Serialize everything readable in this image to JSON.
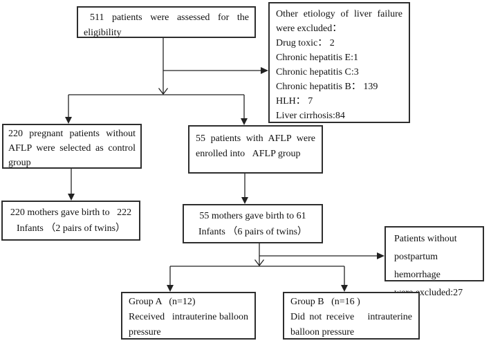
{
  "boxes": {
    "assessed": {
      "lines": [
        "511 patients were assessed for the",
        "eligibility"
      ]
    },
    "etiology_excluded": {
      "lines": [
        "Other etiology of liver failure",
        "were excluded：",
        "Drug toxic： 2",
        "Chronic hepatitis E:1",
        "Chronic hepatitis C:3",
        "Chronic hepatitis B： 139",
        "HLH： 7",
        "Liver cirrhosis:84"
      ]
    },
    "control_group": {
      "lines": [
        "220 pregnant patients without",
        "AFLP were selected as control",
        "group"
      ]
    },
    "aflp_group": {
      "lines": [
        "55 patients with AFLP were",
        "enrolled into   AFLP group"
      ]
    },
    "control_births": {
      "lines": [
        "220 mothers gave birth to   222",
        "Infants （2 pairs of twins）"
      ]
    },
    "aflp_births": {
      "lines": [
        "55 mothers gave birth to 61",
        "Infants （6 pairs of twins）"
      ]
    },
    "no_hemorrhage_excluded": {
      "lines": [
        "Patients without",
        "postpartum hemorrhage",
        "were excluded:27"
      ]
    },
    "group_a": {
      "lines": [
        "Group A   (n=12)",
        "Received   intrauterine balloon",
        "pressure"
      ]
    },
    "group_b": {
      "lines": [
        "Group B   (n=16 )",
        "Did not receive   intrauterine",
        "balloon pressure"
      ]
    }
  },
  "colors": {
    "background": "#ffffff",
    "text": "#111111",
    "box_border": "#2d2d2d",
    "connector": "#222222"
  }
}
